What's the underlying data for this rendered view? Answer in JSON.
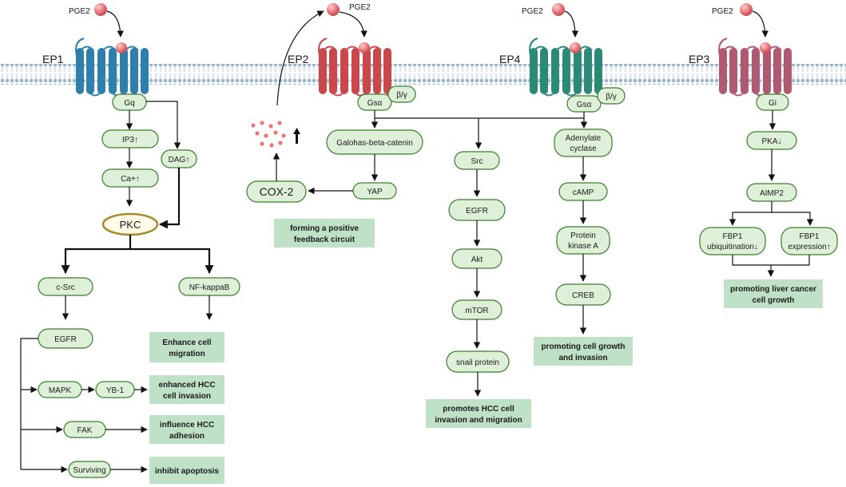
{
  "receptors": {
    "ep1": "EP1",
    "ep2": "EP2",
    "ep4": "EP4",
    "ep3": "EP3"
  },
  "ligand": "PGE2",
  "g_proteins": {
    "gq": "Gq",
    "gs_ep2": "Gsα",
    "gs_ep4": "Gsα",
    "gi": "Gi",
    "bg": "β/γ"
  },
  "colors": {
    "membrane": "#aac5d8",
    "ep1": "#2f7fad",
    "ep2": "#c9484c",
    "ep4": "#2b8a76",
    "ep3": "#b05a72",
    "ligand": "#e8777c",
    "node_fill": "#dff0d8",
    "node_stroke": "#3a7d2c",
    "result_fill": "#bfe1c6",
    "pkc_stroke": "#a48a28"
  },
  "icons": [
    "prostaglandin-molecule-icon",
    "membrane-icon",
    "gpcr-receptor-icon"
  ],
  "ep1_pathway": {
    "ip3": "IP3↑",
    "ca": "Ca+↑",
    "dag": "DAG↑",
    "pkc": "PKC",
    "csrc": "c-Src",
    "nfkb": "NF-kappaB",
    "egfr": "EGFR",
    "mapk": "MAPK",
    "yb1": "YB-1",
    "fak": "FAK",
    "surviving": "Surviving",
    "r_migration_1": "Enhance cell",
    "r_migration_2": "migration",
    "r_invasion_1": "enhanced HCC",
    "r_invasion_2": "cell invasion",
    "r_adhesion_1": "influence HCC",
    "r_adhesion_2": "adhesion",
    "r_apoptosis": "inhibit apoptosis"
  },
  "ep2_pathway": {
    "galohas": "Galohas-beta-catenin",
    "yap": "YAP",
    "cox2": "COX-2",
    "r_feedback_1": "forming a positive",
    "r_feedback_2": "feedback circuit"
  },
  "shared_pathway": {
    "src": "Src",
    "egfr": "EGFR",
    "akt": "Akt",
    "mtor": "mTOR",
    "snail": "snail protein",
    "r_hcc_1": "promotes HCC cell",
    "r_hcc_2": "invasion and migration"
  },
  "ep4_pathway": {
    "adenylate_1": "Adenylate",
    "adenylate_2": "cyclase",
    "camp": "cAMP",
    "pka_1": "Protein",
    "pka_2": "kinase A",
    "creb": "CREB",
    "r_growth_1": "promoting cell growth",
    "r_growth_2": "and invasion"
  },
  "ep3_pathway": {
    "pka": "PKA↓",
    "aimp2": "AIMP2",
    "fbp1_ub_1": "FBP1",
    "fbp1_ub_2": "ubiquitination↓",
    "fbp1_ex_1": "FBP1",
    "fbp1_ex_2": "expression↑",
    "r_liver_1": "promoting liver cancer",
    "r_liver_2": "cell growth"
  }
}
